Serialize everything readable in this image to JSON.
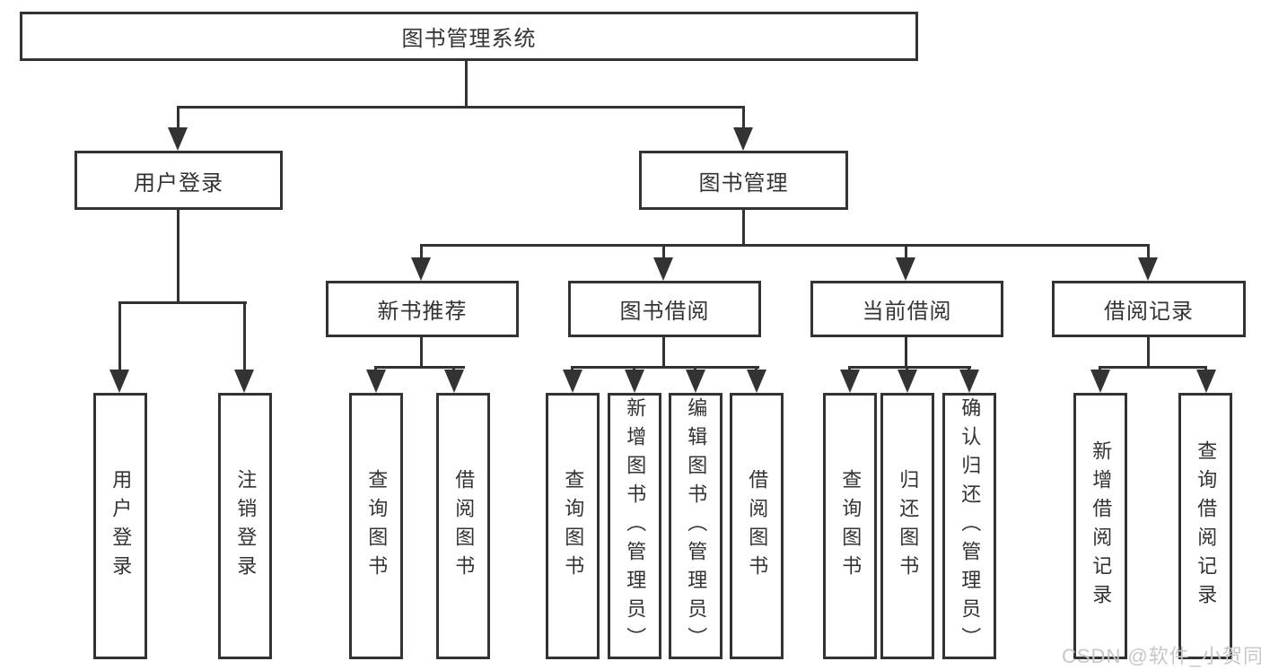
{
  "colors": {
    "line": "#333333",
    "text": "#333333",
    "background": "#ffffff",
    "watermark": "#c7c7c7"
  },
  "watermark": {
    "text": "CSDN @软件_小贺同学"
  },
  "tree": {
    "root": {
      "label": "图书管理系统"
    },
    "children": [
      {
        "label": "用户登录",
        "children": [
          {
            "label": "用户登录"
          },
          {
            "label": "注销登录"
          }
        ]
      },
      {
        "label": "图书管理",
        "children": [
          {
            "label": "新书推荐",
            "children": [
              {
                "label": "查询图书"
              },
              {
                "label": "借阅图书"
              }
            ]
          },
          {
            "label": "图书借阅",
            "children": [
              {
                "label": "查询图书"
              },
              {
                "label": "新增图书（管理员）"
              },
              {
                "label": "编辑图书（管理员）"
              },
              {
                "label": "借阅图书"
              }
            ]
          },
          {
            "label": "当前借阅",
            "children": [
              {
                "label": "查询图书"
              },
              {
                "label": "归还图书"
              },
              {
                "label": "确认归还（管理员）"
              }
            ]
          },
          {
            "label": "借阅记录",
            "children": [
              {
                "label": "新增借阅记录"
              },
              {
                "label": "查询借阅记录"
              }
            ]
          }
        ]
      }
    ]
  }
}
